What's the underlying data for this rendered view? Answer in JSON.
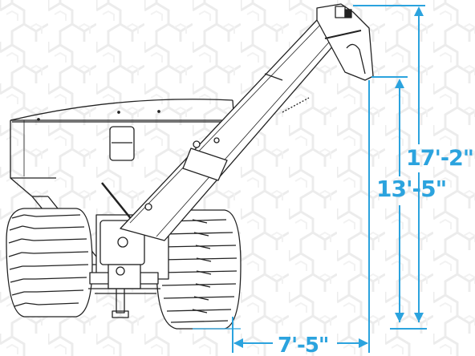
{
  "colors": {
    "dimension": "#2ba3de",
    "line_art": "#222222",
    "pattern": "#ececec",
    "background": "#ffffff"
  },
  "dimensions": {
    "overall_height": "17'-2\"",
    "discharge_height": "13'-5\"",
    "reach": "7'-5\""
  }
}
